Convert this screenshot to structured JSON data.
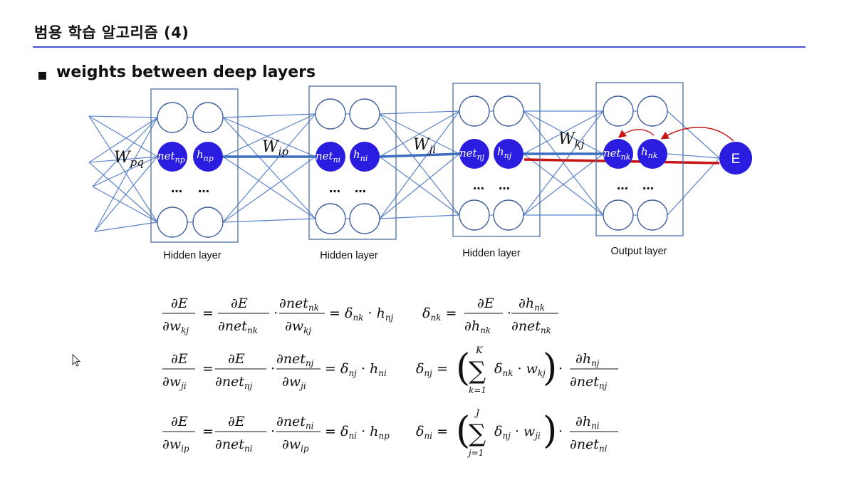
{
  "title": "범용 학습 알고리즘 (4)",
  "bullet": {
    "marker": "▪",
    "text": "weights between deep layers"
  },
  "layers": [
    {
      "label": "Hidden layer",
      "net": "net",
      "net_sub": "np",
      "h": "h",
      "h_sub": "np"
    },
    {
      "label": "Hidden layer",
      "net": "net",
      "net_sub": "ni",
      "h": "h",
      "h_sub": "ni"
    },
    {
      "label": "Hidden layer",
      "net": "net",
      "net_sub": "nj",
      "h": "h",
      "h_sub": "nj"
    },
    {
      "label": "Output layer",
      "net": "net",
      "net_sub": "nk",
      "h": "h",
      "h_sub": "nk"
    }
  ],
  "weights": [
    {
      "w": "W",
      "sub": "pq"
    },
    {
      "w": "W",
      "sub": "ip"
    },
    {
      "w": "W",
      "sub": "ji"
    },
    {
      "w": "W",
      "sub": "kj"
    }
  ],
  "error_node": "E",
  "ellipsis": "…",
  "colors": {
    "node_fill": "#2a1de0",
    "line": "#5b83c9",
    "highlight": "#c81414",
    "rule": "#4a55d4"
  }
}
